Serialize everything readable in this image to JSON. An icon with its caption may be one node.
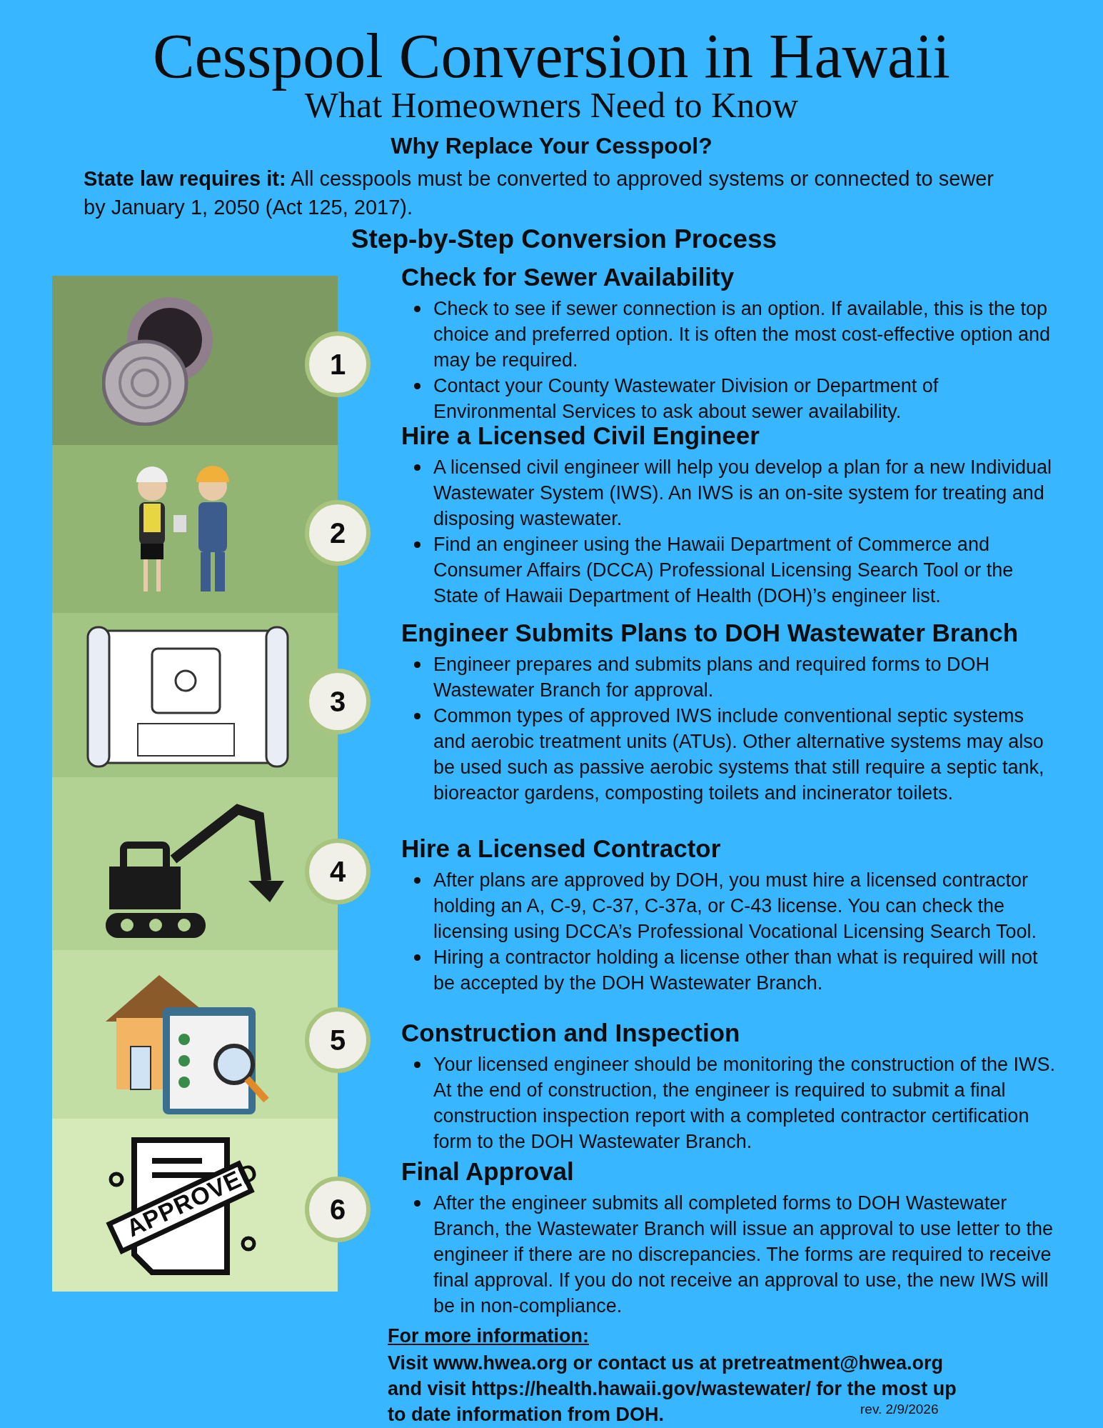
{
  "diagram": {
    "title": "Cesspool Conversion in Hawaii",
    "nodes": [
      {
        "text": [
          "1"
        ]
      },
      {
        "text": [
          "2"
        ]
      },
      {
        "text": [
          "3"
        ]
      },
      {
        "text": [
          "4"
        ]
      },
      {
        "text": [
          "5"
        ]
      },
      {
        "text": [
          "6"
        ]
      }
    ],
    "labels": [
      "What Homeowners Need to Know",
      "Why Replace Your Cesspool?",
      "**State law requires it:** All cesspools must be converted to approved systems or connected to sewer by January 1, 2050 (Act 125, 2017).",
      "Step-by-Step Conversion Process",
      "Check for Sewer Availability",
      "Check to see if sewer connection is an option. If available, this is the top choice and preferred option. It is often the most cost-effective option and may be required.",
      "Contact your County Wastewater Division or Department of Environmental Services to ask about sewer availability.",
      "Hire a Licensed Civil Engineer",
      "A licensed civil engineer will help you develop a plan for a new Individual Wastewater System (IWS). An IWS is an on-site system for treating and disposing wastewater.",
      "Find an engineer using the Hawaii Department of Commerce and Consumer Affairs (DCCA) Professional Licensing Search Tool or the State of Hawaii Department of Health (DOH)’s engineer list.",
      "Engineer Submits Plans to DOH Wastewater Branch",
      "Engineer prepares and submits plans and required forms to DOH Wastewater Branch for approval.",
      "Common types of approved IWS include conventional septic systems and aerobic treatment units (ATUs). Other alternative systems may also be used such as passive aerobic systems that still require a septic tank, bioreactor gardens, composting toilets and incinerator toilets.",
      "Hire a Licensed Contractor",
      "After plans are approved by DOH, you must hire a licensed contractor holding an A, C-9, C-37, C-37a, or C-43 license. You can check the licensing using DCCA’s Professional Vocational Licensing Search Tool.",
      "Hiring a contractor holding a license other than what is required will not be accepted by the DOH Wastewater Branch.",
      "Construction and Inspection",
      "Your licensed engineer should be monitoring the construction of the IWS. At the end of construction, the engineer is required to submit a final construction inspection report with a completed contractor certification form to the DOH Wastewater Branch.",
      "Final Approval",
      "After the engineer submits all completed forms to DOH Wastewater Branch, the Wastewater Branch will issue an approval to use letter to the engineer if there are no discrepancies. The forms are required to receive final approval. If you do not receive an approval to use, the new IWS will be in non-compliance.",
      "APPROVED",
      "For more information:",
      "Visit www.hwea.org or contact us at pretreatment@hwea.org and visit https://health.hawaii.gov/wastewater/ for the most up to date information from DOH.",
      "rev. 2/9/2026"
    ]
  }
}
